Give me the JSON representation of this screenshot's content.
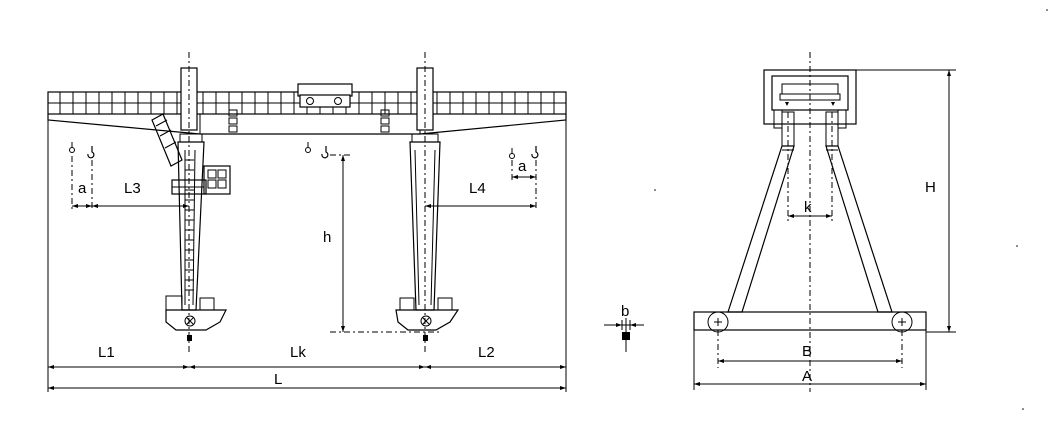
{
  "front_view": {
    "labels": {
      "a_left": "a",
      "L3": "L3",
      "h": "h",
      "L4": "L4",
      "a_right": "a",
      "L1": "L1",
      "Lk": "Lk",
      "L2": "L2",
      "L": "L"
    }
  },
  "detail": {
    "b": "b"
  },
  "side_view": {
    "labels": {
      "k": "k",
      "H": "H",
      "B": "B",
      "A": "A"
    }
  }
}
